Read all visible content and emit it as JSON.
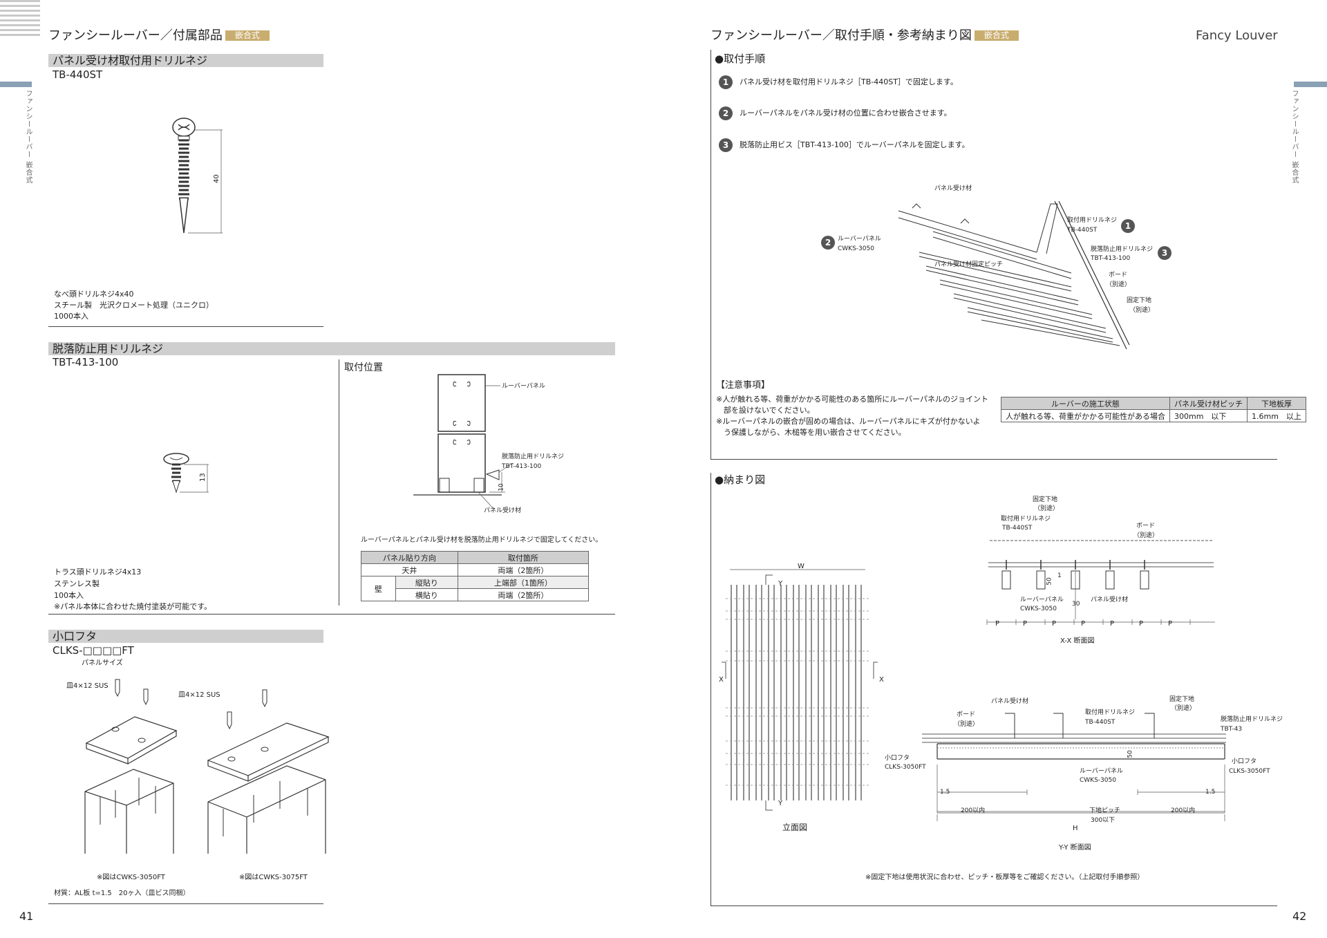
{
  "left": {
    "title": "ファンシールーバー／付属部品",
    "tag": "嵌合式",
    "side_label": "ファンシールーバー 嵌合式",
    "sec1": {
      "bar": "パネル受け材取付用ドリルネジ",
      "code": "TB-440ST",
      "dim": "40",
      "lines": [
        "なべ頭ドリルネジ4x40",
        "スチール製　光沢クロメート処理（ユニクロ）",
        "1000本入"
      ]
    },
    "sec2": {
      "bar": "脱落防止用ドリルネジ",
      "code": "TBT-413-100",
      "dim_screw": "13",
      "lines": [
        "トラス頭ドリルネジ4x13",
        "ステンレス製",
        "100本入",
        "※パネル本体に合わせた焼付塗装が可能です。"
      ],
      "pos_title": "取付位置",
      "lbl_panel": "ルーバーパネル",
      "lbl_screw1": "脱落防止用ドリルネジ",
      "lbl_screw2": "TBT-413-100",
      "lbl_recv": "パネル受け材",
      "dim_10": "10",
      "note": "ルーバーパネルとパネル受け材を脱落防止用ドリルネジで固定してください。",
      "table": {
        "h1": "パネル貼り方向",
        "h2": "取付箇所",
        "r1c1": "天井",
        "r1c2": "両端（2箇所）",
        "wall": "壁",
        "r2c1": "縦貼り",
        "r2c2": "上端部（1箇所）",
        "r3c1": "横貼り",
        "r3c2": "両端（2箇所）"
      }
    },
    "sec3": {
      "bar": "小口フタ",
      "code": "CLKS-□□□□FT",
      "panel_size": "パネルサイズ",
      "screw_lbl1": "皿4×12 SUS",
      "screw_lbl2": "皿4×12 SUS",
      "cap1": "※図はCWKS-3050FT",
      "cap2": "※図はCWKS-3075FT",
      "material": "材質：AL板 t=1.5　20ヶ入（皿ビス同梱）"
    },
    "page": "41"
  },
  "right": {
    "title": "ファンシールーバー／取付手順・参考納まり図",
    "tag": "嵌合式",
    "brand": "Fancy Louver",
    "side_label": "ファンシールーバー 嵌合式",
    "steps_title": "●取付手順",
    "steps": [
      {
        "n": "1",
        "text": "パネル受け材を取付用ドリルネジ［TB-440ST］で固定します。"
      },
      {
        "n": "2",
        "text": "ルーバーパネルをパネル受け材の位置に合わせ嵌合させます。"
      },
      {
        "n": "3",
        "text": "脱落防止用ビス［TBT-413-100］でルーバーパネルを固定します。"
      }
    ],
    "iso": {
      "recv": "パネル受け材",
      "screw1a": "取付用ドリルネジ",
      "screw1b": "TB-440ST",
      "panel_a": "ルーバーパネル",
      "panel_b": "CWKS-3050",
      "pitch": "パネル受け材固定ピッチ",
      "screw3a": "脱落防止用ドリルネジ",
      "screw3b": "TBT-413-100",
      "board_a": "ボード",
      "board_b": "（別途）",
      "base_a": "固定下地",
      "base_b": "（別途）",
      "n1": "1",
      "n2": "2",
      "n3": "3"
    },
    "notes_title": "【注意事項】",
    "notes": [
      "※人が触れる等、荷重がかかる可能性のある箇所にルーバーパネルのジョイント",
      "　部を設けないでください。",
      "※ルーバーパネルの嵌合が固めの場合は、ルーバーパネルにキズが付かないよ",
      "　う保護しながら、木槌等を用い嵌合させてください。"
    ],
    "cond_table": {
      "h1": "ルーバーの施工状態",
      "h2": "パネル受け材ピッチ",
      "h3": "下地板厚",
      "c1": "人が触れる等、荷重がかかる可能性がある場合",
      "c2": "300mm　以下",
      "c3": "1.6mm　以上"
    },
    "detail_title": "●納まり図",
    "elev": {
      "w": "W",
      "y": "Y",
      "x": "X",
      "caption": "立面図"
    },
    "xx": {
      "base_a": "固定下地",
      "base_b": "（別途）",
      "screw_a": "取付用ドリルネジ",
      "screw_b": "TB-440ST",
      "board_a": "ボード",
      "board_b": "（別途）",
      "d50": "50",
      "d1": "1",
      "d30": "30",
      "panel_a": "ルーバーパネル",
      "panel_b": "CWKS-3050",
      "recv": "パネル受け材",
      "p": "P",
      "caption": "X-X 断面図"
    },
    "yy": {
      "board_a": "ボード",
      "board_b": "（別途）",
      "recv": "パネル受け材",
      "screw_a": "取付用ドリルネジ",
      "screw_b": "TB-440ST",
      "base_a": "固定下地",
      "base_b": "（別途）",
      "drop_a": "脱落防止用ドリルネジ",
      "drop_b": "TBT-43",
      "cap_l_a": "小口フタ",
      "cap_l_b": "CLKS-3050FT",
      "cap_r_a": "小口フタ",
      "cap_r_b": "CLKS-3050FT",
      "d50": "50",
      "panel_a": "ルーバーパネル",
      "panel_b": "CWKS-3050",
      "d15l": "1.5",
      "d15r": "1.5",
      "d200l": "200以内",
      "pitch_a": "下地ピッチ",
      "pitch_b": "300以下",
      "d200r": "200以内",
      "h": "H",
      "caption": "Y-Y 断面図"
    },
    "footnote": "※固定下地は使用状況に合わせ、ピッチ・板厚等をご確認ください。（上記取付手順参照）",
    "page": "42"
  }
}
